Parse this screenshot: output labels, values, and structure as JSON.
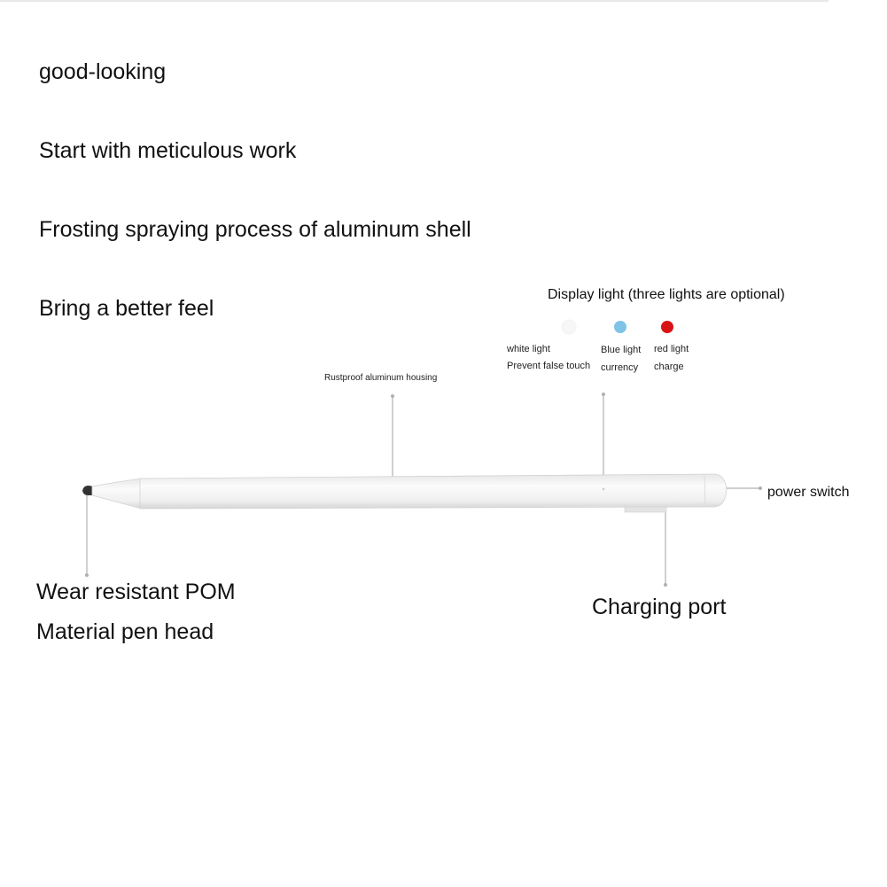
{
  "headlines": [
    "good-looking",
    "Start with meticulous work",
    "Frosting spraying process of aluminum shell",
    "Bring a better feel"
  ],
  "display_light": {
    "title": "Display light (three lights are optional)",
    "lights": [
      {
        "name": "white light",
        "function": "Prevent false touch",
        "color": "#f7f7f7"
      },
      {
        "name": "Blue light",
        "function": "currency",
        "color": "#7fc4e6"
      },
      {
        "name": "red light",
        "function": "charge",
        "color": "#d81414"
      }
    ]
  },
  "callouts": {
    "housing": "Rustproof aluminum housing",
    "power_switch": "power switch",
    "pen_head_line1": "Wear resistant POM",
    "pen_head_line2": "Material pen head",
    "charging_port": "Charging port"
  },
  "colors": {
    "pen_body": "#f2f2f2",
    "pen_tip": "#333333",
    "leader_line": "#b0b0b0"
  }
}
